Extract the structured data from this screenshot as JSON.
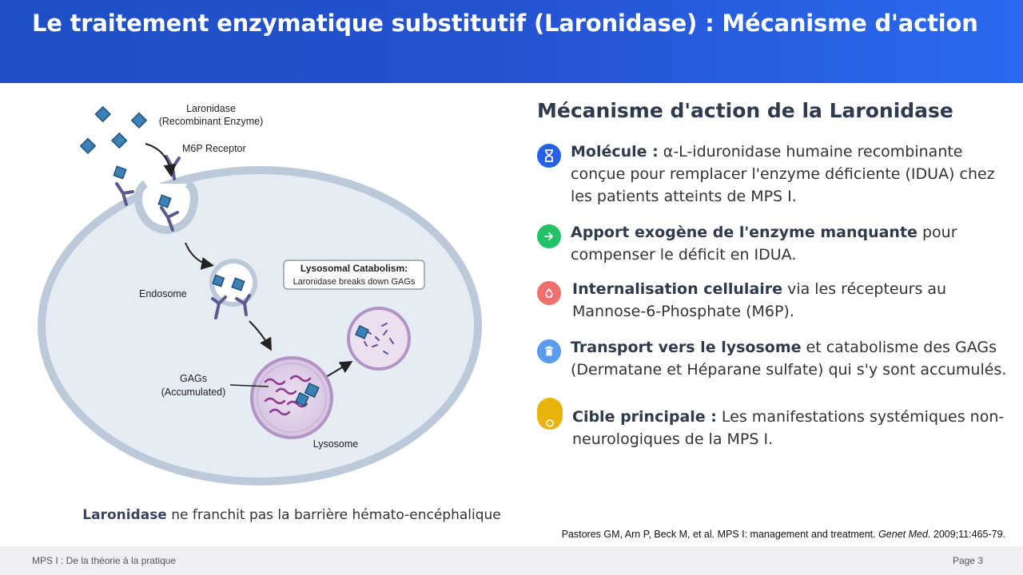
{
  "header": {
    "title": "Le traitement enzymatique substitutif (Laronidase) : Mécanisme d'action"
  },
  "diagram": {
    "labels": {
      "enzyme": "Laronidase",
      "enzyme_sub": "(Recombinant Enzyme)",
      "receptor": "M6P Receptor",
      "endosome": "Endosome",
      "gags": "GAGs",
      "gags_sub": "(Accumulated)",
      "lysosome": "Lysosome",
      "callout_title": "Lysosomal Catabolism:",
      "callout_text": "Laronidase breaks down GAGs"
    }
  },
  "caption": {
    "bold": "Laronidase",
    "rest": " ne franchit pas la barrière hémato-encéphalique"
  },
  "panel": {
    "title": "Mécanisme d'action de la Laronidase",
    "items": [
      {
        "icon": "dna-icon",
        "color": "#2560e6",
        "bold": "Molécule :",
        "text": " α-L-iduronidase humaine recombinante conçue pour remplacer l'enzyme déficiente (IDUA) chez les patients atteints de MPS I."
      },
      {
        "icon": "arrow-right-icon",
        "color": "#22c266",
        "bold": "Apport exogène de l'enzyme manquante",
        "text": " pour compenser le déficit en IDUA."
      },
      {
        "icon": "recycle-icon",
        "color": "#f07070",
        "bold": "Internalisation cellulaire",
        "text": " via les récepteurs au Mannose-6-Phosphate (M6P)."
      },
      {
        "icon": "trash-icon",
        "color": "#5b9cf0",
        "bold": "Transport vers le lysosome",
        "text": " et catabolisme des GAGs (Dermatane et Héparane sulfate) qui s'y sont accumulés."
      },
      {
        "icon": "target-icon",
        "color": "#e8b40c",
        "bold": "Cible principale :",
        "text": " Les manifestations systémiques non-neurologiques de la MPS I."
      }
    ]
  },
  "citation": {
    "text": "Pastores GM, Arn P, Beck M, et al. MPS I: management and treatment. ",
    "journal": "Genet Med",
    "tail": ". 2009;11:465-79."
  },
  "footer": {
    "left": "MPS I : De la théorie à la pratique",
    "right": "Page 3"
  }
}
